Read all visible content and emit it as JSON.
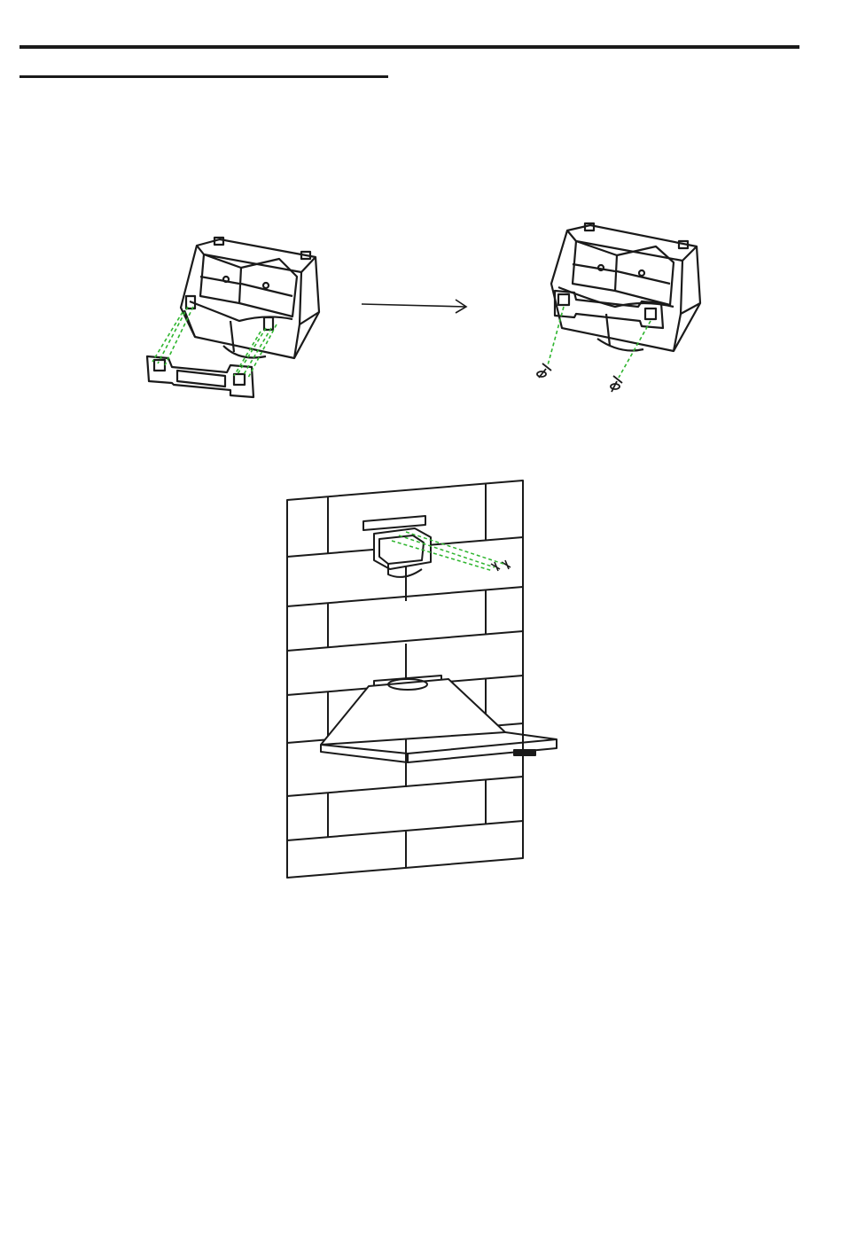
{
  "page": {
    "background": "#ffffff",
    "ink_color": "#1a1a1a",
    "guide_line_color": "#2fb52f"
  },
  "figures": [
    {
      "name": "bracket-attach-illustration"
    },
    {
      "name": "step-arrow-icon"
    },
    {
      "name": "bracket-screwed-illustration"
    },
    {
      "name": "wall-mount-illustration"
    }
  ]
}
